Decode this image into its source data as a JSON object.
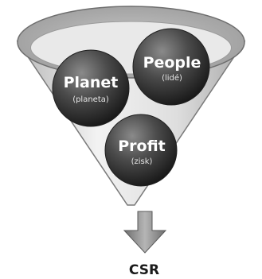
{
  "diagram": {
    "planet": {
      "title": "Planet",
      "subtitle": "(planeta)"
    },
    "people": {
      "title": "People",
      "subtitle": "(lidé)"
    },
    "profit": {
      "title": "Profit",
      "subtitle": "(zisk)"
    },
    "result_label": "CSR"
  },
  "colors": {
    "ball": "#4a4a4a",
    "funnel": "#d9d9d9",
    "arrow": "#8c8c8c"
  }
}
